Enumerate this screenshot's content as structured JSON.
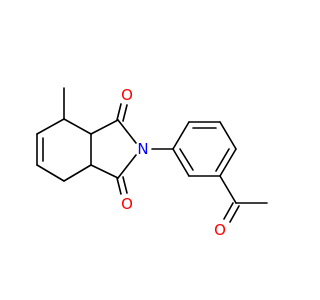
{
  "colors": {
    "bond": "#000000",
    "oxygen": "#ff0000",
    "nitrogen": "#0000ff",
    "background": "#ffffff"
  },
  "atoms": {
    "o_top": "O",
    "o_bottom": "O",
    "o_acetyl": "O",
    "n_imide": "N"
  }
}
